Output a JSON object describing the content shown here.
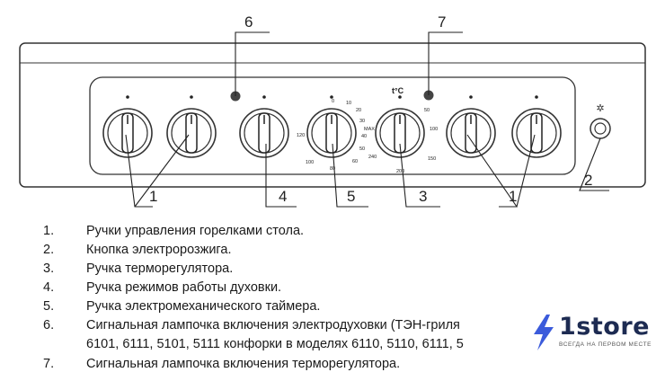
{
  "callouts": [
    "6",
    "7",
    "1",
    "4",
    "5",
    "3",
    "1",
    "2"
  ],
  "timer_scale": [
    "0",
    "10",
    "20",
    "30",
    "40",
    "50",
    "60",
    "80",
    "100",
    "120"
  ],
  "timer_max": "MAX",
  "thermo_scale": [
    "50",
    "100",
    "150",
    "200",
    "240"
  ],
  "thermo_unit": "t°C",
  "legend": [
    {
      "num": "1.",
      "text": "Ручки управления горелками стола."
    },
    {
      "num": "2.",
      "text": "Кнопка электророзжига."
    },
    {
      "num": "3.",
      "text": "Ручка терморегулятора."
    },
    {
      "num": "4.",
      "text": "Ручка режимов работы духовки."
    },
    {
      "num": "5.",
      "text": "Ручка электромеханического таймера."
    },
    {
      "num": "6.",
      "text": "Сигнальная лампочка включения электродуховки (ТЭН-гриля"
    },
    {
      "num": "7.",
      "text": "Сигнальная лампочка включения терморегулятора."
    }
  ],
  "legend_continuation": "6101, 6111, 5101, 5111 конфорки в моделях 6110, 5110, 6111, 5",
  "brand": {
    "name": "1store",
    "tagline": "ВСЕГДА НА ПЕРВОМ МЕСТЕ",
    "accent": "#3b5bdb"
  }
}
